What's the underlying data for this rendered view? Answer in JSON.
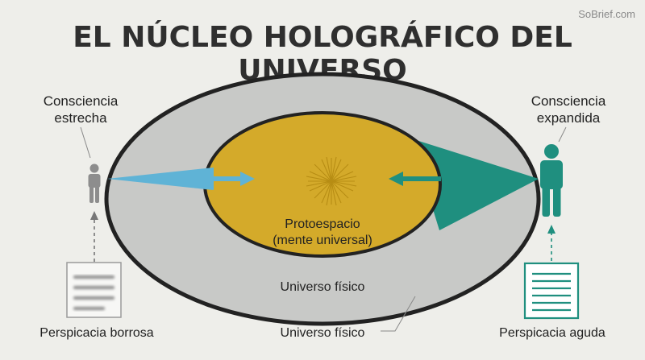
{
  "watermark": "SoBrief.com",
  "title": "EL NÚCLEO HOLOGRÁFICO DEL UNIVERSO",
  "left": {
    "consciousness_line1": "Consciencia",
    "consciousness_line2": "estrecha",
    "insight": "Perspicacia borrosa"
  },
  "right": {
    "consciousness_line1": "Consciencia",
    "consciousness_line2": "expandida",
    "insight": "Perspicacia aguda"
  },
  "core": {
    "line1": "Protoespacio",
    "line2": "(mente universal)"
  },
  "outer": {
    "inside_label": "Universo físico",
    "callout_label": "Universo físico"
  },
  "colors": {
    "background": "#eeeeea",
    "outer_ring": "#c8c9c7",
    "core": "#d4aa2a",
    "narrow_beam": "#5fb3d6",
    "wide_beam": "#1f8f7f",
    "narrow_figure": "#8d8d8d",
    "wide_figure": "#1f8f7f",
    "outline": "#222222"
  },
  "icons": {
    "left_figure": "person-icon",
    "right_figure": "person-icon",
    "left_document": "blurry-document-icon",
    "right_document": "sharp-document-icon"
  }
}
